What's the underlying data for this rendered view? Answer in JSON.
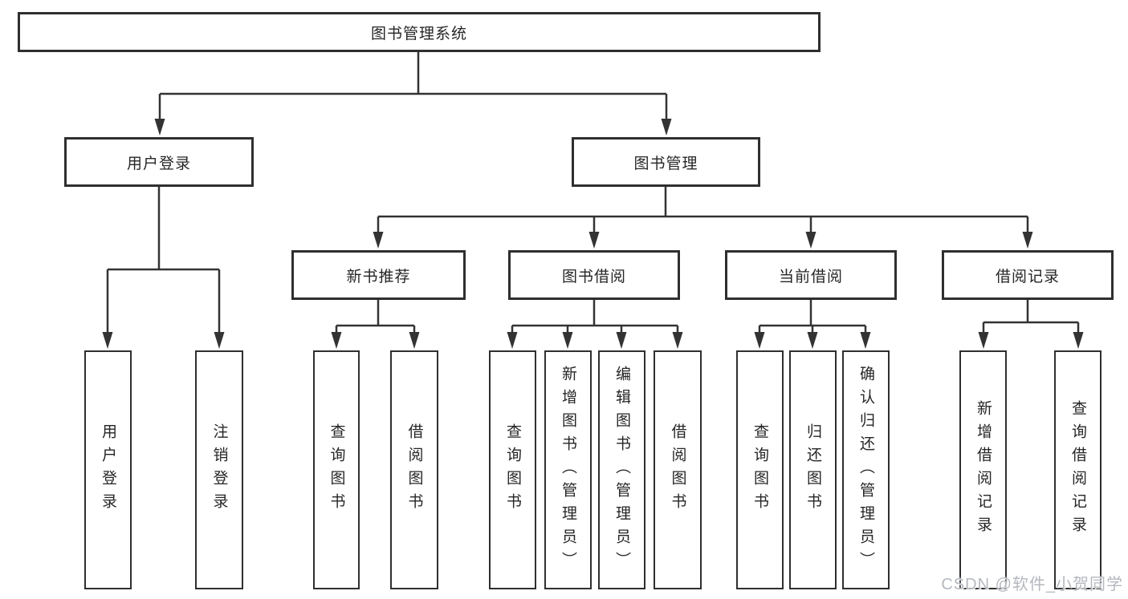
{
  "tree": {
    "root": {
      "label": "图书管理系统"
    },
    "user_login": {
      "label": "用户登录",
      "children": [
        "用户登录",
        "注销登录"
      ]
    },
    "book_mgmt": {
      "label": "图书管理"
    },
    "new_book_rec": {
      "label": "新书推荐",
      "children": [
        "查询图书",
        "借阅图书"
      ]
    },
    "book_borrow": {
      "label": "图书借阅",
      "children": [
        "查询图书",
        "新增图书（管理员）",
        "编辑图书（管理员）",
        "借阅图书"
      ]
    },
    "current_borrow": {
      "label": "当前借阅",
      "children": [
        "查询图书",
        "归还图书",
        "确认归还（管理员）"
      ]
    },
    "borrow_records": {
      "label": "借阅记录",
      "children": [
        "新增借阅记录",
        "查询借阅记录"
      ]
    }
  },
  "watermark": "CSDN @软件_小贺同学",
  "colors": {
    "line": "#333333",
    "box_border": "#2f2f2f",
    "text": "#262626",
    "background": "#ffffff",
    "watermark": "#b4b8be"
  }
}
